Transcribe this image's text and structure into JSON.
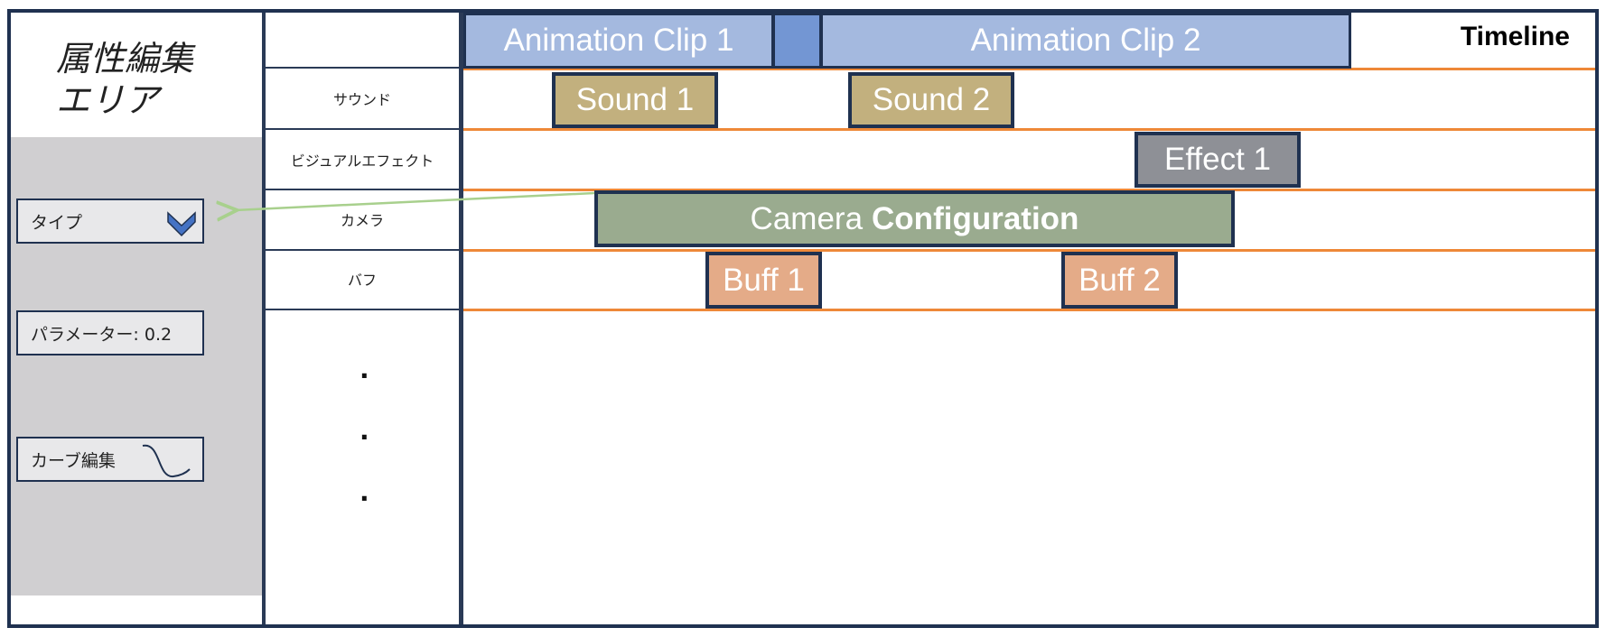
{
  "properties_panel": {
    "title": "属性編集\nエリア",
    "type_label": "タイプ",
    "parameter_label": "パラメーター:  0.2",
    "curve_label": "カーブ編集"
  },
  "tracks": {
    "labels": [
      "サウンド",
      "ビジュアルエフェクト",
      "カメラ",
      "バフ"
    ],
    "ellipsis": [
      "·",
      "·",
      "·"
    ]
  },
  "timeline": {
    "title": "Timeline",
    "animation_clips": [
      "Animation Clip 1",
      "Animation Clip 2"
    ],
    "sounds": [
      "Sound 1",
      "Sound 2"
    ],
    "effects": [
      "Effect 1"
    ],
    "camera": {
      "prefix": "Camera",
      "suffix": "Configuration"
    },
    "buffs": [
      "Buff 1",
      "Buff 2"
    ]
  },
  "colors": {
    "border": "#1f3150",
    "track_line": "#ee8838",
    "animation_clip": "#a4b9df",
    "blend": "#7396d3",
    "sound": "#c2b07e",
    "effect": "#8e9096",
    "camera": "#9aab8f",
    "buff": "#e4ab88",
    "arrow": "#a8d08d"
  }
}
